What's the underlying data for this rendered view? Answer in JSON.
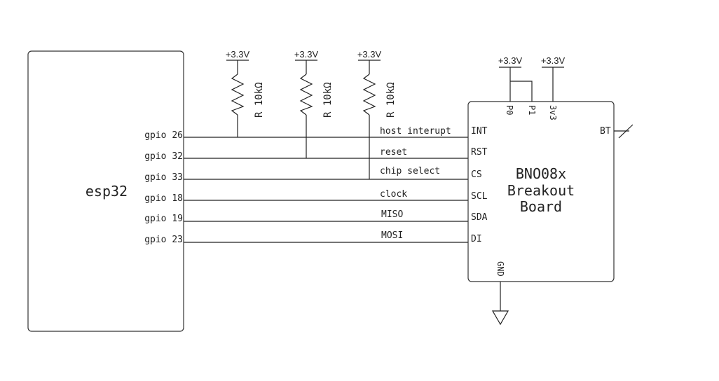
{
  "esp32": {
    "label": "esp32",
    "pins": [
      "gpio 26",
      "gpio 32",
      "gpio 33",
      "gpio 18",
      "gpio 19",
      "gpio 23"
    ]
  },
  "breakout": {
    "title_line1": "BNO08x",
    "title_line2": "Breakout",
    "title_line3": "Board",
    "left_pins": [
      "INT",
      "RST",
      "CS",
      "SCL",
      "SDA",
      "DI"
    ],
    "top_pins": [
      "P0",
      "P1",
      "3v3"
    ],
    "bottom_pin": "GND",
    "right_pin": "BT"
  },
  "signals": [
    "host interupt",
    "reset",
    "chip select",
    "clock",
    "MISO",
    "MOSI"
  ],
  "resistors": [
    {
      "label": "R 10kΩ",
      "supply": "+3.3V"
    },
    {
      "label": "R 10kΩ",
      "supply": "+3.3V"
    },
    {
      "label": "R 10kΩ",
      "supply": "+3.3V"
    }
  ],
  "supplies": {
    "p_pins_supply": "+3.3V",
    "v3_supply": "+3.3V"
  }
}
